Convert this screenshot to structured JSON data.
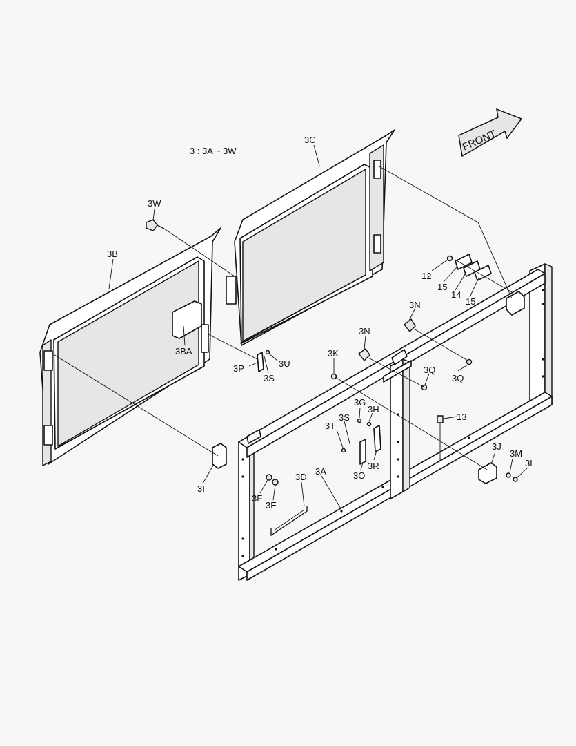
{
  "diagram": {
    "note": "3 : 3A ~ 3W",
    "front_arrow": "FRONT",
    "labels": {
      "l3A": "3A",
      "l3B": "3B",
      "l3BA": "3BA",
      "l3C": "3C",
      "l3D": "3D",
      "l3E": "3E",
      "l3F": "3F",
      "l3G": "3G",
      "l3H": "3H",
      "l3I": "3I",
      "l3J": "3J",
      "l3K": "3K",
      "l3L": "3L",
      "l3M": "3M",
      "l3N_a": "3N",
      "l3N_b": "3N",
      "l3O": "3O",
      "l3P": "3P",
      "l3Q_a": "3Q",
      "l3Q_b": "3Q",
      "l3R": "3R",
      "l3S_a": "3S",
      "l3S_b": "3S",
      "l3T": "3T",
      "l3U": "3U",
      "l3W": "3W",
      "l12": "12",
      "l13": "13",
      "l14": "14",
      "l15_a": "15",
      "l15_b": "15"
    }
  }
}
